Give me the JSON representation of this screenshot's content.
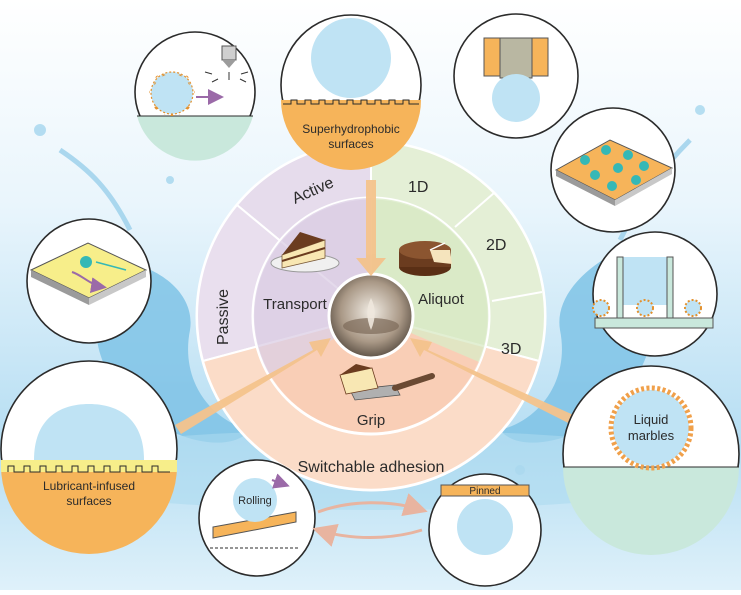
{
  "center_labels": {
    "transport": "Transport",
    "aliquot": "Aliquot",
    "grip": "Grip"
  },
  "ring_labels": {
    "active": "Active",
    "passive": "Passive",
    "switchable_adhesion": "Switchable adhesion",
    "d1": "1D",
    "d2": "2D",
    "d3": "3D"
  },
  "surface_labels": {
    "superhydrophobic": [
      "Superhydrophobic",
      "surfaces"
    ],
    "lubricant_infused": [
      "Lubricant-infused",
      "surfaces"
    ],
    "liquid_marbles": [
      "Liquid",
      "marbles"
    ]
  },
  "state_labels": {
    "rolling": "Rolling",
    "pinned": "Pinned"
  },
  "colors": {
    "active_sector": "#e6dcec",
    "passive_sector": "#e9dfee",
    "aliquot_sector": "#e4efd6",
    "grip_sector": "#fbdcc8",
    "water": "#bfe3f4",
    "orange_substrate": "#f6b45a",
    "yellow_lubricant": "#f7ee8a",
    "teal_substrate": "#c9e8dc",
    "arrow_orange": "#f4c38c",
    "arrow_purple": "#9b6aa8"
  },
  "icons": [
    "cake-slice-icon",
    "round-cake-icon",
    "spatula-cake-icon",
    "water-drop-icon"
  ]
}
